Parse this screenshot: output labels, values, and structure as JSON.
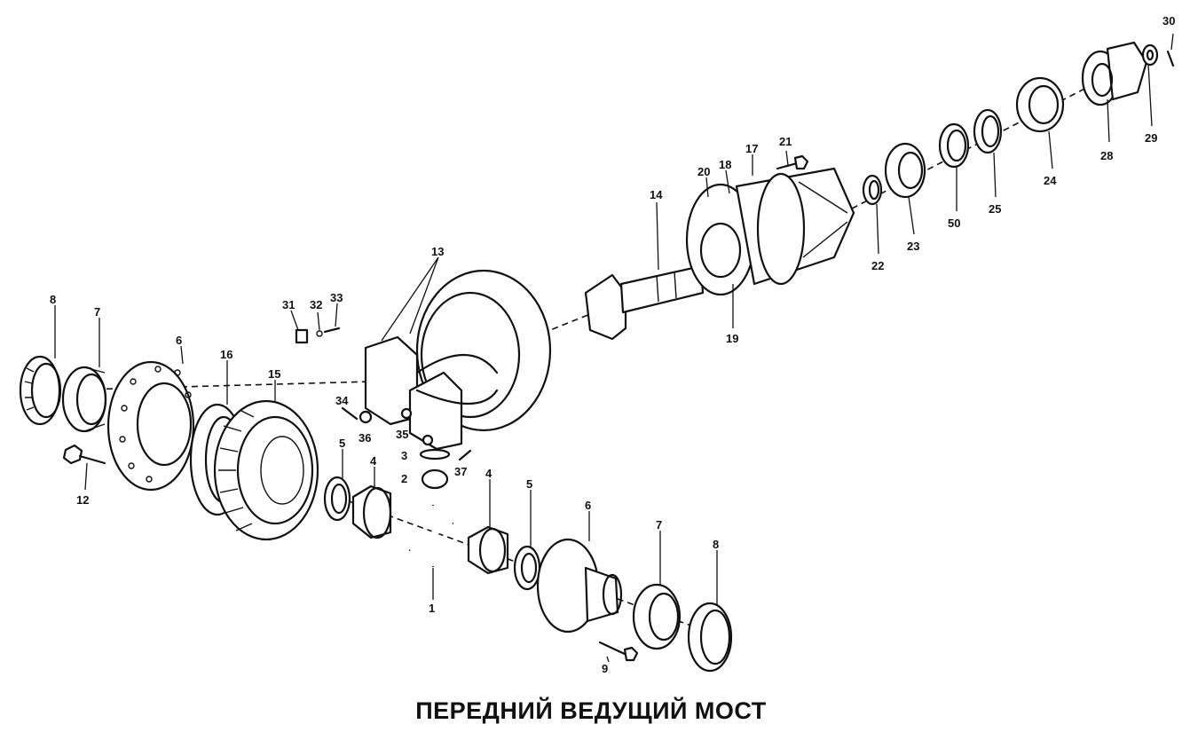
{
  "caption": "ПЕРЕДНИЙ ВЕДУЩИЙ МОСТ",
  "callouts": {
    "c30": "30",
    "c29": "29",
    "c28": "28",
    "c24": "24",
    "c25": "25",
    "c50": "50",
    "c23": "23",
    "c22": "22",
    "c21": "21",
    "c17": "17",
    "c18": "18",
    "c20": "20",
    "c19": "19",
    "c14": "14",
    "c13": "13",
    "c31": "31",
    "c32": "32",
    "c33": "33",
    "c8a": "8",
    "c7a": "7",
    "c6a": "6",
    "c16": "16",
    "c15": "15",
    "c34": "34",
    "c36": "36",
    "c35": "35",
    "c3": "3",
    "c2": "2",
    "c37": "37",
    "c5a": "5",
    "c4a": "4",
    "c12": "12",
    "c4b": "4",
    "c5b": "5",
    "c6b": "6",
    "c7b": "7",
    "c8b": "8",
    "c1": "1",
    "c9": "9"
  }
}
